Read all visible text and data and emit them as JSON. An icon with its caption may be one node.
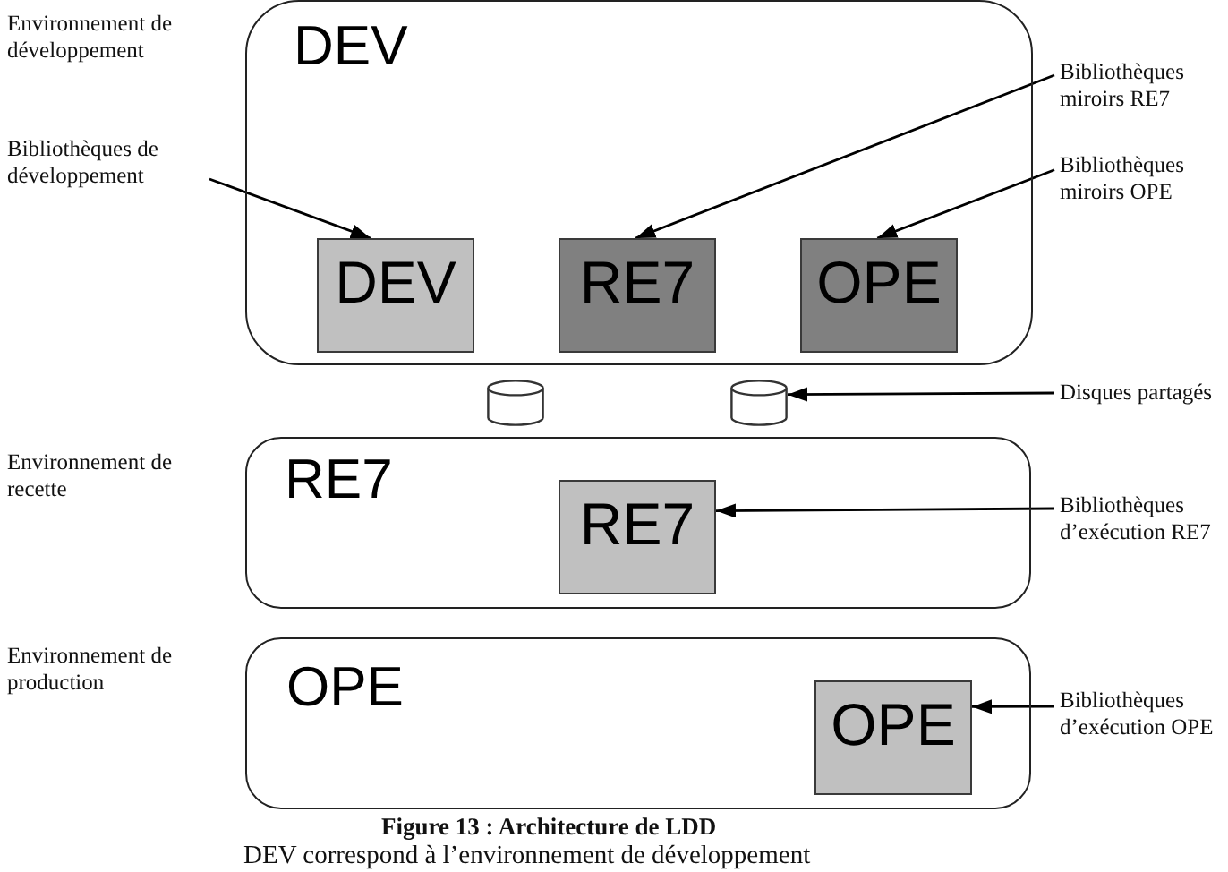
{
  "diagram": {
    "caption": "Figure 13 : Architecture de LDD",
    "nodes": [
      {
        "text": [
          "DEV"
        ]
      },
      {
        "text": [
          "DEV"
        ],
        "in": 0
      },
      {
        "text": [
          "RE7"
        ],
        "in": 0
      },
      {
        "text": [
          "OPE"
        ],
        "in": 0
      },
      {
        "text": [
          "Bibliothèques de développement"
        ]
      },
      {
        "text": [
          "Bibliothèques miroirs RE7"
        ]
      },
      {
        "text": [
          "Bibliothèques miroirs OPE"
        ]
      },
      {
        "text": [],
        "shape": "cylinder"
      },
      {
        "text": [],
        "shape": "cylinder"
      },
      {
        "text": [
          "Disques partagés"
        ]
      },
      {
        "text": [
          "RE7"
        ]
      },
      {
        "text": [
          "RE7"
        ],
        "in": 10
      },
      {
        "text": [
          "Bibliothèques d’exécution RE7"
        ]
      },
      {
        "text": [
          "OPE"
        ]
      },
      {
        "text": [
          "OPE"
        ],
        "in": 13
      },
      {
        "text": [
          "Bibliothèques d’exécution OPE"
        ]
      }
    ],
    "edges": [
      {
        "from": 4,
        "to": 1,
        "arrow": "to"
      },
      {
        "from": 5,
        "to": 2,
        "arrow": "to"
      },
      {
        "from": 6,
        "to": 3,
        "arrow": "to"
      },
      {
        "from": 9,
        "to": 8,
        "arrow": "to"
      },
      {
        "from": 12,
        "to": 11,
        "arrow": "to"
      },
      {
        "from": 15,
        "to": 14,
        "arrow": "to"
      }
    ],
    "labels": [
      "Environnement de développement",
      "Environnement de recette",
      "Environnement de production",
      "DEV correspond à l’environnement de développement"
    ]
  }
}
